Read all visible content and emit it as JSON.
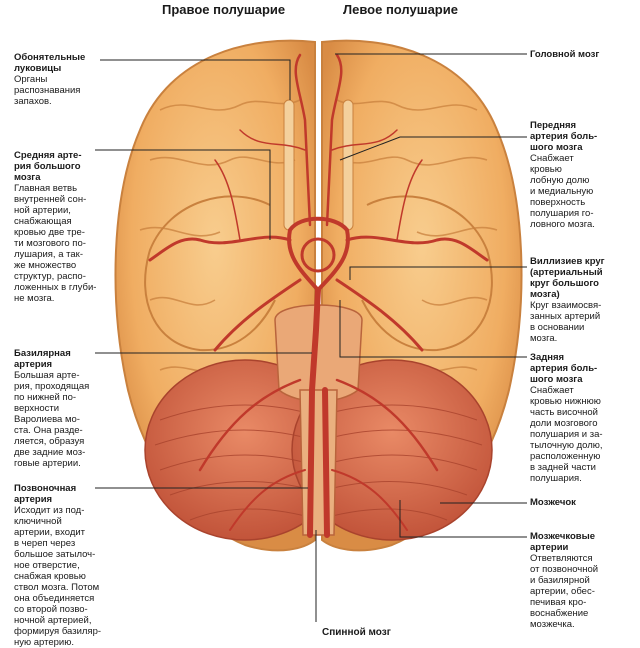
{
  "headers": {
    "right_hemisphere": "Правое полушарие",
    "left_hemisphere": "Левое полушарие"
  },
  "labels": {
    "olfactory": {
      "title": "Обонятельные луковицы",
      "desc": "Органы\nраспознавания\nзапахов."
    },
    "middle_cerebral": {
      "title": "Средняя арте-\nрия большого\nмозга",
      "desc": "Главная ветвь\nвнутренней сон-\nной артерии,\nснабжающая\nкровью две тре-\nти мозгового по-\nлушария, а так-\nже множество\nструктур, распо-\nложенных в глуби-\nне мозга."
    },
    "basilar": {
      "title": "Базилярная\nартерия",
      "desc": "Большая арте-\nрия, проходящая\nпо нижней по-\nверхности\nВаролиева мо-\nста. Она разде-\nляется, образуя\nдве задние моз-\nговые артерии."
    },
    "vertebral": {
      "title": "Позвоночная\nартерия",
      "desc": "Исходит из под-\nключичной\nартерии, входит\nв череп через\nбольшое затылоч-\nное отверстие,\nснабжая кровью\nствол мозга. Потом\nона объединяется\nсо второй позво-\nночной артерией,\nформируя базиляр-\nную артерию."
    },
    "brain": {
      "title": "Головной мозг",
      "desc": ""
    },
    "anterior_cerebral": {
      "title": "Передняя\nартерия боль-\nшого мозга",
      "desc": "Снабжает\nкровью\nлобную долю\nи медиальную\nповерхность\nполушария го-\nловного мозга."
    },
    "willis": {
      "title": "Виллизиев круг\n(артериальный\nкруг большого\nмозга)",
      "desc": "Круг взаимосвя-\nзанных артерий\nв основании\nмозга."
    },
    "posterior_cerebral": {
      "title": "Задняя\nартерия боль-\nшого мозга",
      "desc": "Снабжает\nкровью нижнюю\nчасть височной\nдоли мозгового\nполушария и за-\nтылочную долю,\nрасположенную\nв задней части\nполушария."
    },
    "cerebellum": {
      "title": "Мозжечок",
      "desc": ""
    },
    "cerebellar_arteries": {
      "title": "Мозжечковые\nартерии",
      "desc": "Ответвляются\nот позвоночной\nи базилярной\nартерии, обес-\nпечивая кро-\nвоснабжение\nмозжечка."
    },
    "spinal_cord": {
      "title": "Спинной мозг",
      "desc": ""
    }
  },
  "colors": {
    "cortex": "#f2b46a",
    "cortex_shadow": "#d98c45",
    "artery": "#c0392b",
    "cerebellum": "#dc6a4a",
    "stem": "#e8a070",
    "leader": "#222222"
  }
}
